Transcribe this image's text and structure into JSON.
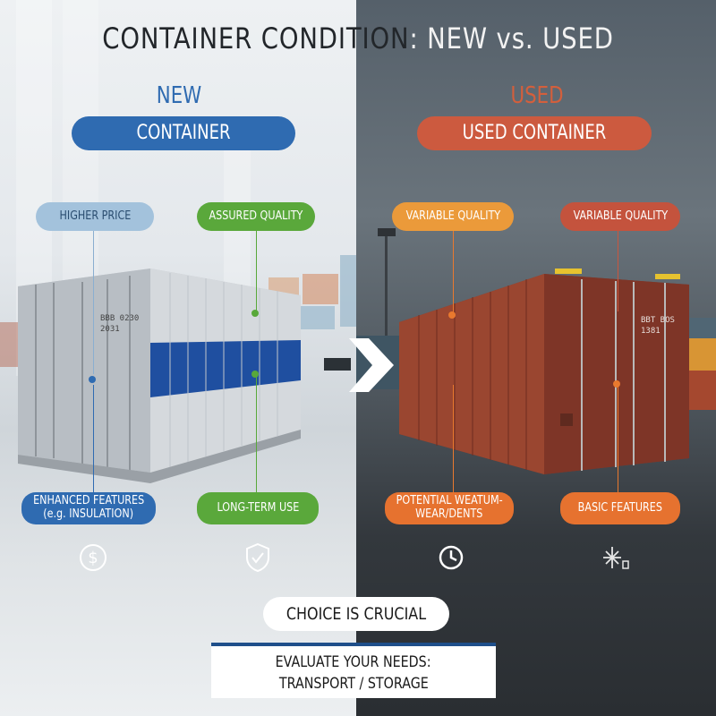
{
  "title": {
    "part1": "CONTAINER CONDITION",
    "part2": ": NEW vs. USED"
  },
  "new": {
    "heading": "NEW",
    "pill": "CONTAINER",
    "tags": {
      "top_left": "HIGHER PRICE",
      "top_right": "ASSURED QUALITY",
      "bottom_left_line1": "ENHANCED FEATURES",
      "bottom_left_line2": "(e.g. INSULATION)",
      "bottom_right": "LONG-TERM USE"
    },
    "container_marks": {
      "line1": "BBB 0230",
      "line2": "2031"
    }
  },
  "used": {
    "heading": "USED",
    "pill": "USED CONTAINER",
    "tags": {
      "top_left": "VARIABLE QUALITY",
      "top_right": "VARIABLE QUALITY",
      "bottom_left_line1": "POTENTIAL WEATUM-",
      "bottom_left_line2": "WEAR/DENTS",
      "bottom_right": "BASIC FEATURES"
    },
    "container_marks": {
      "line1": "BBT BOS",
      "line2": "1381"
    }
  },
  "choice": "CHOICE IS CRUCIAL",
  "evaluate": {
    "line1": "EVALUATE YOUR NEEDS:",
    "line2": "TRANSPORT / STORAGE"
  },
  "colors": {
    "new_blue": "#2f6bb1",
    "new_green": "#58a83a",
    "new_light": "#9fbfd8",
    "used_orange": "#e9792e",
    "used_red": "#c9563e",
    "container_red": "#8a3b2a"
  },
  "icons": [
    "dollar-icon",
    "shield-check-icon",
    "clock-icon",
    "snowflake-icon"
  ]
}
